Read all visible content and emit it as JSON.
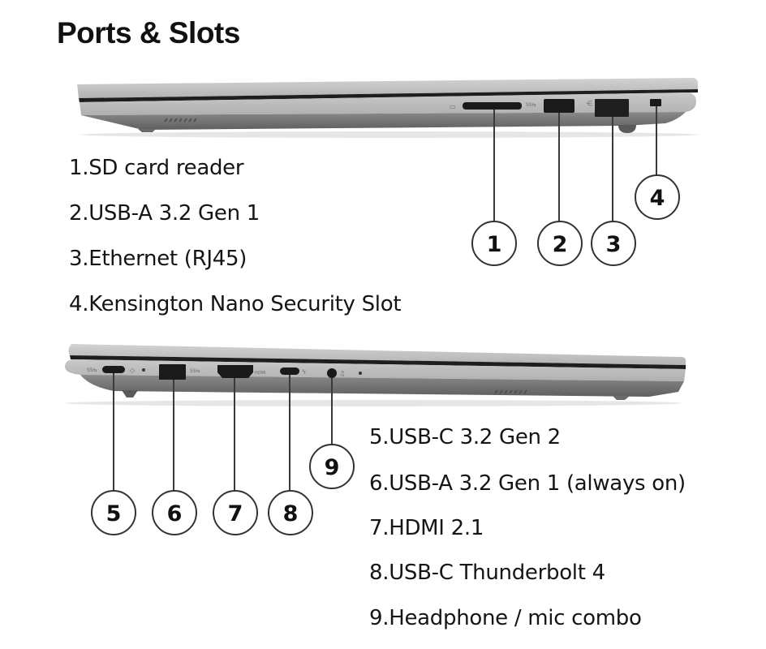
{
  "title": "Ports & Slots",
  "right_side": {
    "view": "laptop right side",
    "callouts": [
      "1",
      "2",
      "3",
      "4"
    ],
    "items": [
      {
        "number": "1",
        "label": "1.SD card reader"
      },
      {
        "number": "2",
        "label": "2.USB-A 3.2 Gen 1"
      },
      {
        "number": "3",
        "label": "3.Ethernet (RJ45)"
      },
      {
        "number": "4",
        "label": "4.Kensington Nano Security Slot"
      }
    ]
  },
  "left_side": {
    "view": "laptop left side",
    "callouts": [
      "5",
      "6",
      "7",
      "8",
      "9"
    ],
    "items": [
      {
        "number": "5",
        "label": "5.USB-C 3.2 Gen 2"
      },
      {
        "number": "6",
        "label": "6.USB-A 3.2 Gen 1 (always on)"
      },
      {
        "number": "7",
        "label": "7.HDMI 2.1"
      },
      {
        "number": "8",
        "label": "8.USB-C Thunderbolt 4"
      },
      {
        "number": "9",
        "label": "9.Headphone / mic combo"
      }
    ]
  },
  "colors": {
    "chassis_light": "#c4c4c4",
    "chassis_mid": "#a9a9a9",
    "chassis_dark": "#6f6f6f",
    "port": "#1a1a1a",
    "line": "#3a3a3a"
  }
}
